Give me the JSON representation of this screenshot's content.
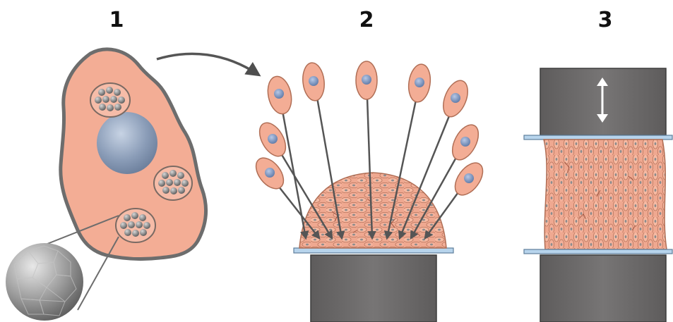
{
  "steps": [
    {
      "label": "1"
    },
    {
      "label": "2"
    },
    {
      "label": "3"
    }
  ],
  "colors": {
    "cell_fill": "#f3ad95",
    "cell_edge": "#b06e55",
    "cell_outline": "#6d6d6d",
    "nucleus": "#8b9db8",
    "platen": "#6a6868",
    "platen_edge": "#3d3d3d",
    "coverslip": "#b7d4ec",
    "arrow": "#555555",
    "particle": "#7a7a7a"
  },
  "icons": {
    "compression": "double-arrow-icon",
    "nanoparticle": "polyhedral-sphere-icon",
    "transition": "curved-arrow-icon"
  }
}
